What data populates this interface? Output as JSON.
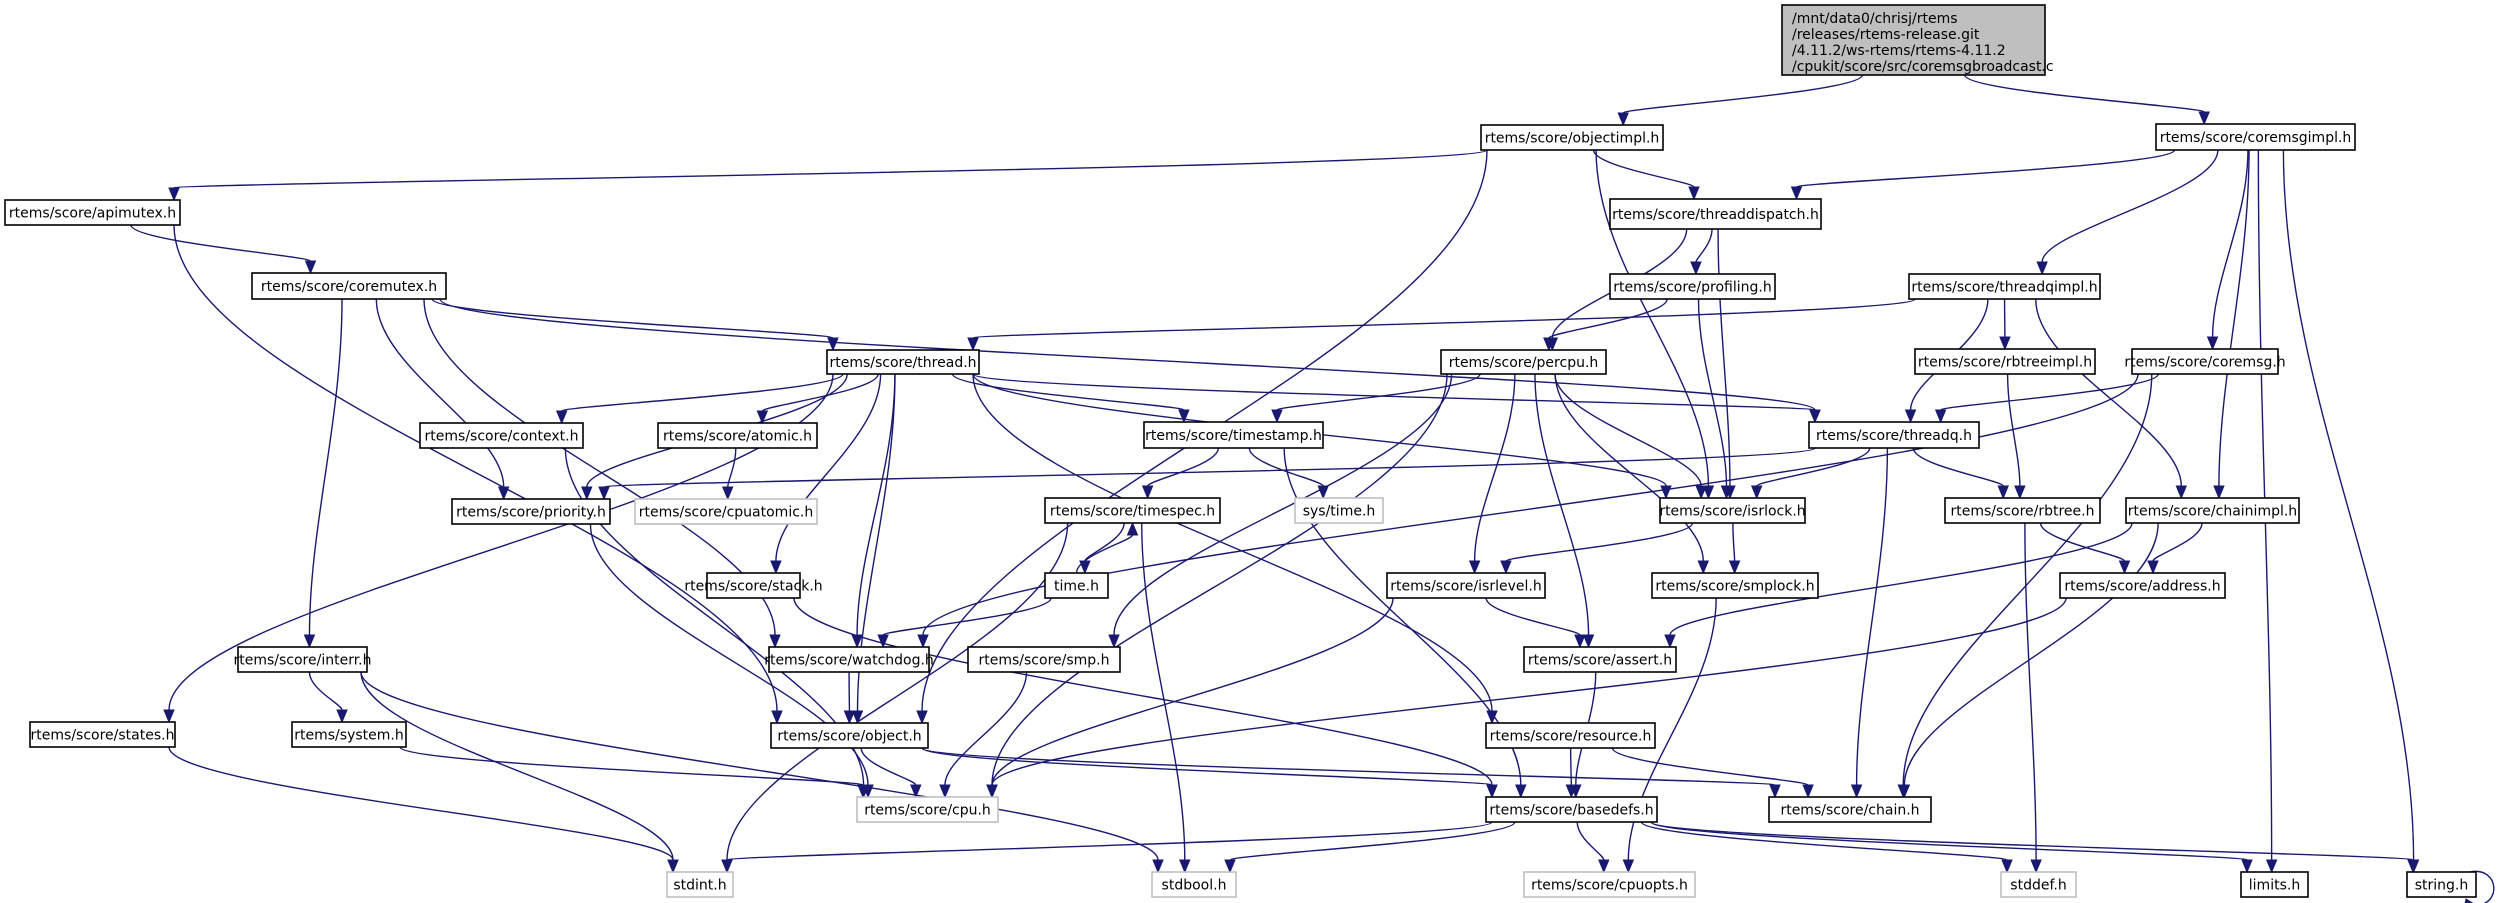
{
  "title": "Include dependency graph for coremsgbroadcast.c",
  "root": {
    "id": "root",
    "lines": [
      "/mnt/data0/chrisj/rtems",
      "/releases/rtems-release.git",
      "/4.11.2/ws-rtems/rtems-4.11.2",
      "/cpukit/score/src/coremsgbroadcast.c"
    ]
  },
  "nodes": [
    {
      "id": "objectimpl",
      "label": "rtems/score/objectimpl.h",
      "kind": "doc"
    },
    {
      "id": "coremsgimpl",
      "label": "rtems/score/coremsgimpl.h",
      "kind": "doc"
    },
    {
      "id": "apimutex",
      "label": "rtems/score/apimutex.h",
      "kind": "doc"
    },
    {
      "id": "threaddispatch",
      "label": "rtems/score/threaddispatch.h",
      "kind": "doc"
    },
    {
      "id": "coremutex",
      "label": "rtems/score/coremutex.h",
      "kind": "doc"
    },
    {
      "id": "profiling",
      "label": "rtems/score/profiling.h",
      "kind": "doc"
    },
    {
      "id": "threadqimpl",
      "label": "rtems/score/threadqimpl.h",
      "kind": "doc"
    },
    {
      "id": "thread",
      "label": "rtems/score/thread.h",
      "kind": "doc"
    },
    {
      "id": "percpu",
      "label": "rtems/score/percpu.h",
      "kind": "doc"
    },
    {
      "id": "rbtreeimpl",
      "label": "rtems/score/rbtreeimpl.h",
      "kind": "doc"
    },
    {
      "id": "coremsg",
      "label": "rtems/score/coremsg.h",
      "kind": "doc"
    },
    {
      "id": "context",
      "label": "rtems/score/context.h",
      "kind": "doc"
    },
    {
      "id": "atomic",
      "label": "rtems/score/atomic.h",
      "kind": "doc"
    },
    {
      "id": "timestamp",
      "label": "rtems/score/timestamp.h",
      "kind": "doc"
    },
    {
      "id": "threadq",
      "label": "rtems/score/threadq.h",
      "kind": "doc"
    },
    {
      "id": "priority",
      "label": "rtems/score/priority.h",
      "kind": "doc"
    },
    {
      "id": "cpuatomic",
      "label": "rtems/score/cpuatomic.h",
      "kind": "ext"
    },
    {
      "id": "timespec",
      "label": "rtems/score/timespec.h",
      "kind": "doc"
    },
    {
      "id": "systime",
      "label": "sys/time.h",
      "kind": "ext"
    },
    {
      "id": "isrlock",
      "label": "rtems/score/isrlock.h",
      "kind": "doc"
    },
    {
      "id": "rbtree",
      "label": "rtems/score/rbtree.h",
      "kind": "doc"
    },
    {
      "id": "chainimpl",
      "label": "rtems/score/chainimpl.h",
      "kind": "doc"
    },
    {
      "id": "stack",
      "label": "rtems/score/stack.h",
      "kind": "doc"
    },
    {
      "id": "time",
      "label": "time.h",
      "kind": "doc"
    },
    {
      "id": "isrlevel",
      "label": "rtems/score/isrlevel.h",
      "kind": "doc"
    },
    {
      "id": "smplock",
      "label": "rtems/score/smplock.h",
      "kind": "doc"
    },
    {
      "id": "address",
      "label": "rtems/score/address.h",
      "kind": "doc"
    },
    {
      "id": "interr",
      "label": "rtems/score/interr.h",
      "kind": "doc"
    },
    {
      "id": "watchdog",
      "label": "rtems/score/watchdog.h",
      "kind": "doc"
    },
    {
      "id": "smp",
      "label": "rtems/score/smp.h",
      "kind": "doc"
    },
    {
      "id": "assert",
      "label": "rtems/score/assert.h",
      "kind": "doc"
    },
    {
      "id": "states",
      "label": "rtems/score/states.h",
      "kind": "doc"
    },
    {
      "id": "system",
      "label": "rtems/system.h",
      "kind": "doc"
    },
    {
      "id": "object",
      "label": "rtems/score/object.h",
      "kind": "doc"
    },
    {
      "id": "resource",
      "label": "rtems/score/resource.h",
      "kind": "doc"
    },
    {
      "id": "cpu",
      "label": "rtems/score/cpu.h",
      "kind": "ext"
    },
    {
      "id": "basedefs",
      "label": "rtems/score/basedefs.h",
      "kind": "doc"
    },
    {
      "id": "chain",
      "label": "rtems/score/chain.h",
      "kind": "doc"
    },
    {
      "id": "stdint",
      "label": "stdint.h",
      "kind": "ext"
    },
    {
      "id": "stdbool",
      "label": "stdbool.h",
      "kind": "ext"
    },
    {
      "id": "cpuopts",
      "label": "rtems/score/cpuopts.h",
      "kind": "ext"
    },
    {
      "id": "stddef",
      "label": "stddef.h",
      "kind": "ext"
    },
    {
      "id": "limits",
      "label": "limits.h",
      "kind": "doc"
    },
    {
      "id": "string",
      "label": "string.h",
      "kind": "doc"
    }
  ],
  "edges": [
    [
      "root",
      "objectimpl"
    ],
    [
      "root",
      "coremsgimpl"
    ],
    [
      "objectimpl",
      "apimutex"
    ],
    [
      "objectimpl",
      "threaddispatch"
    ],
    [
      "objectimpl",
      "isrlock"
    ],
    [
      "objectimpl",
      "object"
    ],
    [
      "coremsgimpl",
      "threaddispatch"
    ],
    [
      "coremsgimpl",
      "threadqimpl"
    ],
    [
      "coremsgimpl",
      "coremsg"
    ],
    [
      "coremsgimpl",
      "chainimpl"
    ],
    [
      "coremsgimpl",
      "limits"
    ],
    [
      "coremsgimpl",
      "string"
    ],
    [
      "apimutex",
      "coremutex"
    ],
    [
      "apimutex",
      "object"
    ],
    [
      "threaddispatch",
      "percpu"
    ],
    [
      "threaddispatch",
      "profiling"
    ],
    [
      "threaddispatch",
      "isrlock"
    ],
    [
      "coremutex",
      "thread"
    ],
    [
      "coremutex",
      "threadq"
    ],
    [
      "coremutex",
      "priority"
    ],
    [
      "coremutex",
      "watchdog"
    ],
    [
      "coremutex",
      "interr"
    ],
    [
      "profiling",
      "percpu"
    ],
    [
      "profiling",
      "isrlock"
    ],
    [
      "threadqimpl",
      "thread"
    ],
    [
      "threadqimpl",
      "threadq"
    ],
    [
      "threadqimpl",
      "rbtreeimpl"
    ],
    [
      "threadqimpl",
      "chainimpl"
    ],
    [
      "thread",
      "context"
    ],
    [
      "thread",
      "atomic"
    ],
    [
      "thread",
      "timestamp"
    ],
    [
      "thread",
      "threadq"
    ],
    [
      "thread",
      "isrlock"
    ],
    [
      "thread",
      "priority"
    ],
    [
      "thread",
      "stack"
    ],
    [
      "thread",
      "watchdog"
    ],
    [
      "thread",
      "object"
    ],
    [
      "thread",
      "resource"
    ],
    [
      "thread",
      "states"
    ],
    [
      "percpu",
      "timestamp"
    ],
    [
      "percpu",
      "isrlock"
    ],
    [
      "percpu",
      "isrlevel"
    ],
    [
      "percpu",
      "smplock"
    ],
    [
      "percpu",
      "assert"
    ],
    [
      "percpu",
      "smp"
    ],
    [
      "percpu",
      "cpu"
    ],
    [
      "rbtreeimpl",
      "rbtree"
    ],
    [
      "coremsg",
      "threadq"
    ],
    [
      "coremsg",
      "watchdog"
    ],
    [
      "coremsg",
      "chain"
    ],
    [
      "context",
      "cpu"
    ],
    [
      "atomic",
      "cpuatomic"
    ],
    [
      "timestamp",
      "timespec"
    ],
    [
      "timestamp",
      "systime"
    ],
    [
      "timestamp",
      "basedefs"
    ],
    [
      "threadq",
      "priority"
    ],
    [
      "threadq",
      "isrlock"
    ],
    [
      "threadq",
      "rbtree"
    ],
    [
      "threadq",
      "chain"
    ],
    [
      "priority",
      "cpu"
    ],
    [
      "timespec",
      "time"
    ],
    [
      "timespec",
      "stdbool"
    ],
    [
      "timespec",
      "stdint"
    ],
    [
      "time",
      "timespec"
    ],
    [
      "time",
      "watchdog"
    ],
    [
      "isrlock",
      "isrlevel"
    ],
    [
      "isrlock",
      "smplock"
    ],
    [
      "rbtree",
      "address"
    ],
    [
      "rbtree",
      "stddef"
    ],
    [
      "chainimpl",
      "address"
    ],
    [
      "chainimpl",
      "assert"
    ],
    [
      "chainimpl",
      "chain"
    ],
    [
      "stack",
      "basedefs"
    ],
    [
      "isrlevel",
      "assert"
    ],
    [
      "isrlevel",
      "cpu"
    ],
    [
      "smplock",
      "cpuopts"
    ],
    [
      "address",
      "cpu"
    ],
    [
      "interr",
      "system"
    ],
    [
      "interr",
      "stdint"
    ],
    [
      "interr",
      "stdbool"
    ],
    [
      "watchdog",
      "object"
    ],
    [
      "smp",
      "cpu"
    ],
    [
      "assert",
      "basedefs"
    ],
    [
      "states",
      "stdint"
    ],
    [
      "system",
      "cpu"
    ],
    [
      "object",
      "cpu"
    ],
    [
      "object",
      "chain"
    ],
    [
      "object",
      "basedefs"
    ],
    [
      "resource",
      "basedefs"
    ],
    [
      "resource",
      "chain"
    ],
    [
      "basedefs",
      "stdint"
    ],
    [
      "basedefs",
      "stdbool"
    ],
    [
      "basedefs",
      "cpuopts"
    ],
    [
      "basedefs",
      "stddef"
    ],
    [
      "basedefs",
      "limits"
    ],
    [
      "basedefs",
      "string"
    ],
    [
      "string",
      "string"
    ]
  ]
}
